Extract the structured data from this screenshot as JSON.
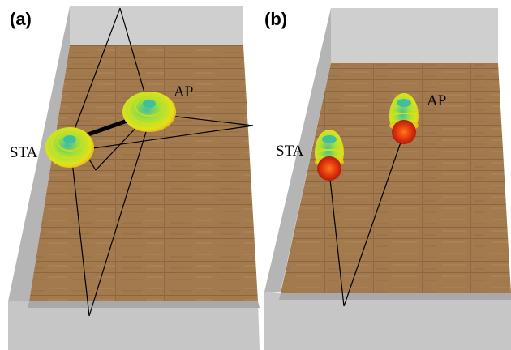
{
  "figure": {
    "panels": [
      {
        "id": "a",
        "label": "(a)",
        "devices": {
          "sta": "STA",
          "ap": "AP"
        },
        "pattern": "multi-lobe sidelobe beams with reflected paths"
      },
      {
        "id": "b",
        "label": "(b)",
        "devices": {
          "sta": "STA",
          "ap": "AP"
        },
        "pattern": "downward-pointing beams with floor reflection"
      }
    ],
    "colors": {
      "floor": "#a27a4e",
      "wall": "#c8c8c8",
      "wall_shadow": "#a9a9a9",
      "beam_hot": "#e43a10",
      "beam_mid": "#d8e21c",
      "beam_cool": "#3fbf9f",
      "ray": "#000000"
    }
  }
}
